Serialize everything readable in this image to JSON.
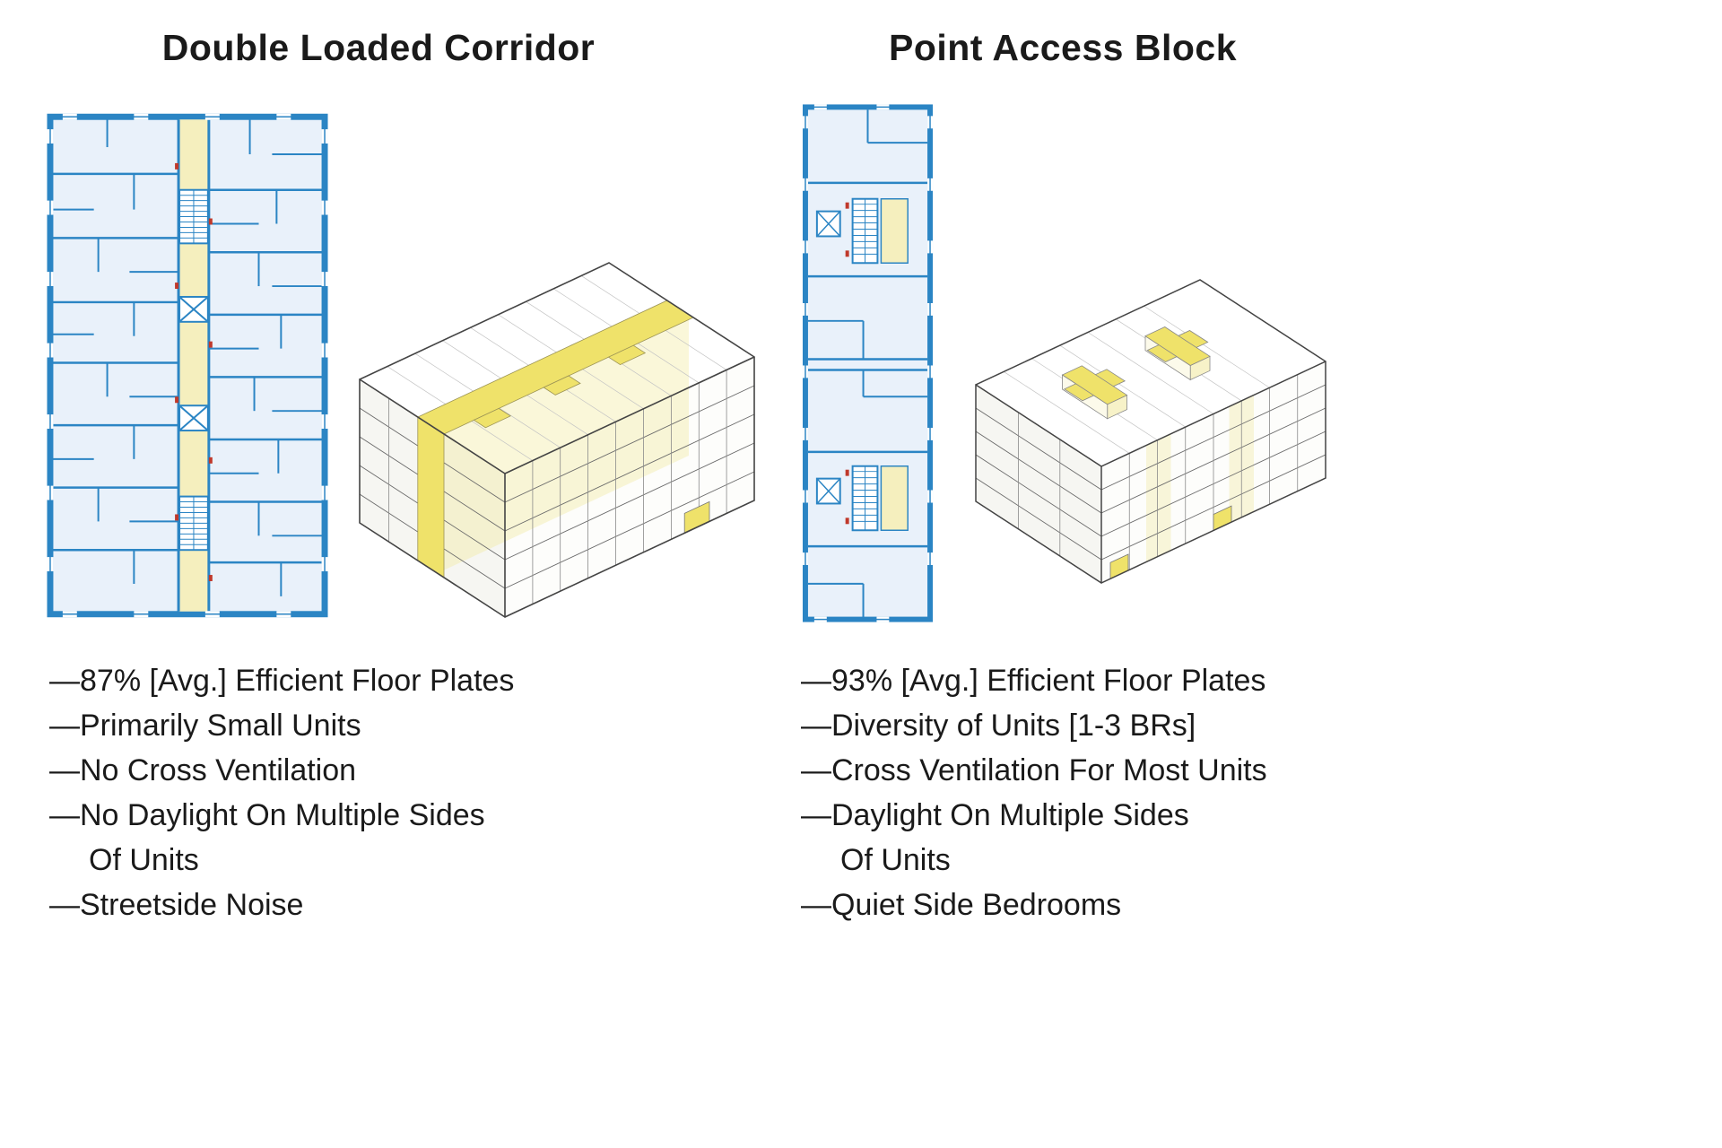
{
  "comparison": {
    "left": {
      "title": "Double Loaded Corridor",
      "bullets": [
        "—87% [Avg.] Efficient Floor Plates",
        "—Primarily Small Units",
        "—No Cross Ventilation",
        "—No Daylight On Multiple Sides",
        "Of Units",
        "—Streetside Noise"
      ]
    },
    "right": {
      "title": "Point Access Block",
      "bullets": [
        "—93% [Avg.] Efficient Floor Plates",
        "—Diversity of Units [1-3 BRs]",
        "—Cross Ventilation For Most Units",
        "—Daylight On Multiple Sides",
        "Of Units",
        "—Quiet Side Bedrooms"
      ]
    }
  },
  "colors": {
    "plan_wall_blue": "#2b85c4",
    "plan_fill_blue": "#e9f1fa",
    "corridor_highlight_yellow": "#efe26a",
    "pale_yellow": "#f5efbe",
    "door_red": "#c0392b",
    "text": "#1a1a1a"
  }
}
